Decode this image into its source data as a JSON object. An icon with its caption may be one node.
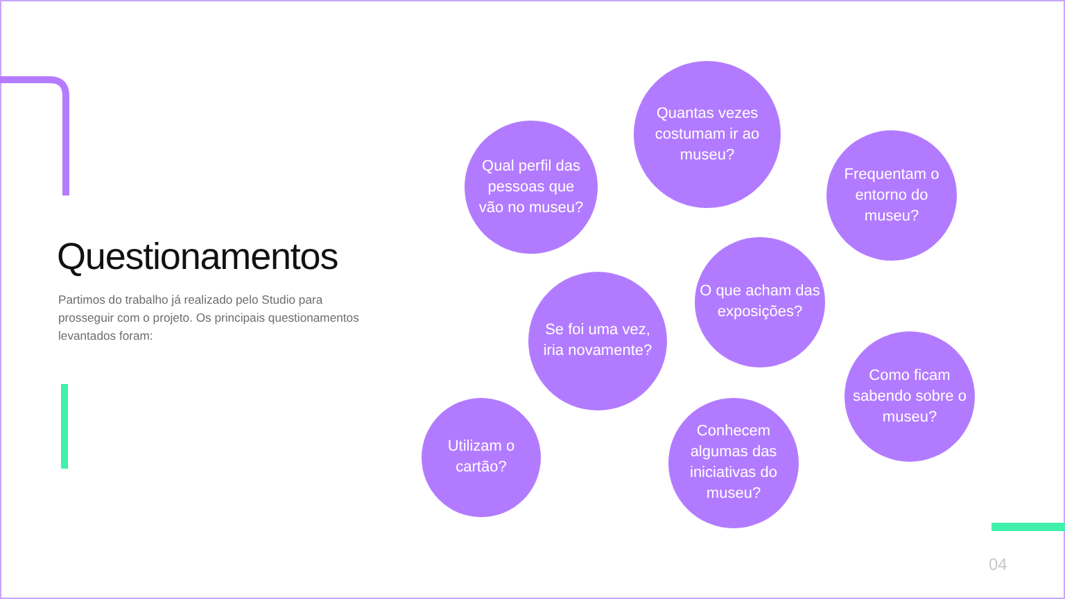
{
  "diagram": {
    "title": "Questionamentos",
    "nodes": [
      {
        "text": [
          "Quantas vezes costumam ir ao museu?"
        ]
      },
      {
        "text": [
          "Qual perfil das pessoas que vão no museu?"
        ]
      },
      {
        "text": [
          "Frequentam o entorno do museu?"
        ]
      },
      {
        "text": [
          "O que acham das exposições?"
        ]
      },
      {
        "text": [
          "Se foi uma vez, iria novamente?"
        ]
      },
      {
        "text": [
          "Como ficam sabendo sobre o museu?"
        ]
      },
      {
        "text": [
          "Utilizam o cartão?"
        ]
      },
      {
        "text": [
          "Conhecem algumas das iniciativas do museu?"
        ]
      }
    ],
    "labels": [
      "Partimos do trabalho já realizado pelo Studio para prosseguir com o projeto. Os principais questionamentos levantados foram:",
      "04"
    ]
  }
}
